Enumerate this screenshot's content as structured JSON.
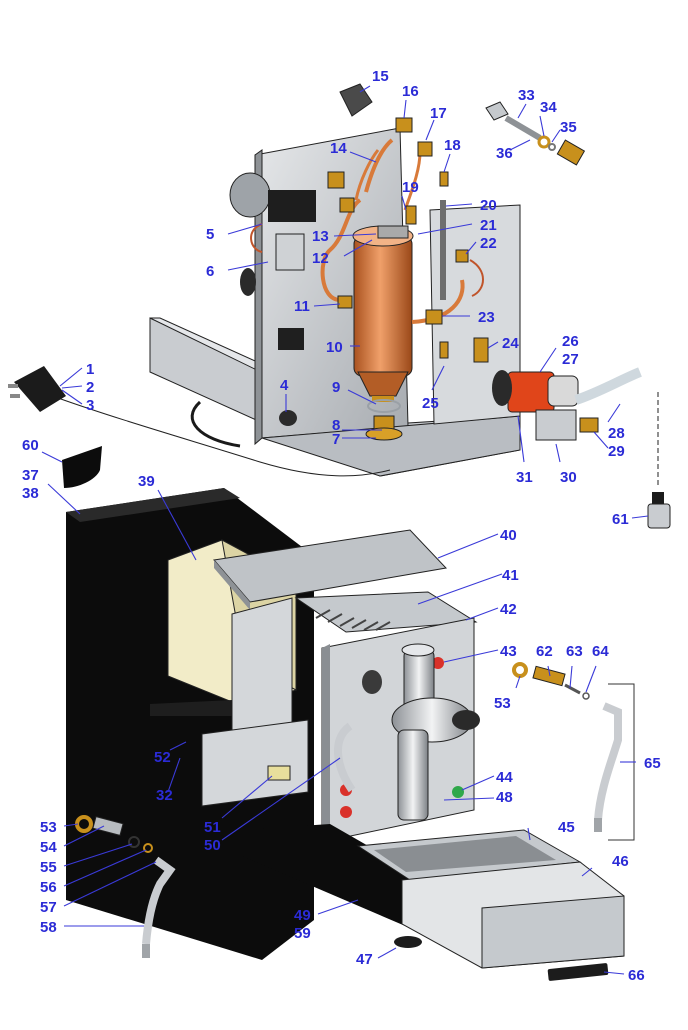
{
  "diagram": {
    "labels": [
      "1",
      "2",
      "3",
      "4",
      "5",
      "6",
      "7",
      "8",
      "9",
      "10",
      "11",
      "12",
      "13",
      "14",
      "15",
      "16",
      "17",
      "18",
      "19",
      "20",
      "21",
      "22",
      "23",
      "24",
      "25",
      "26",
      "27",
      "28",
      "29",
      "30",
      "31",
      "32",
      "33",
      "34",
      "35",
      "36",
      "37",
      "38",
      "39",
      "40",
      "41",
      "42",
      "43",
      "44",
      "45",
      "46",
      "47",
      "48",
      "49",
      "50",
      "51",
      "52",
      "53",
      "54",
      "55",
      "56",
      "57",
      "58",
      "59",
      "60",
      "61",
      "62",
      "63",
      "64",
      "65",
      "66"
    ],
    "colors": {
      "label": "#2b2bd6",
      "copper": "#d87a3a",
      "brass": "#c8901c",
      "housing": "#0c0c0c",
      "panel": "#c9ccd0",
      "pump": "#e0451a"
    }
  }
}
